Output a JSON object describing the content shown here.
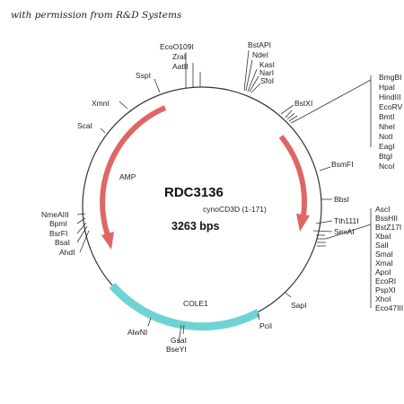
{
  "credit": "with permission from R&D Systems",
  "plasmid": {
    "name": "RDC3136",
    "insert": "cynoCD3D (1-171)",
    "size": "3263 bps"
  },
  "features": {
    "amp": {
      "label": "AMP",
      "color": "#e06666"
    },
    "cyno": {
      "color": "#e06666"
    },
    "cole1": {
      "label": "COLE1",
      "color": "#6fd3d3"
    }
  },
  "sites": {
    "ecoo109i": "EcoO109I",
    "zrai": "ZraI",
    "aatii": "AatII",
    "sspi": "SspI",
    "xmni": "XmnI",
    "scai": "ScaI",
    "bstapi": "BstAPI",
    "ndei": "NdeI",
    "kasi": "KasI",
    "nari": "NarI",
    "sfoi": "SfoI",
    "bstxi": "BstXI",
    "bsmfi": "BsmFI",
    "bbsi": "BbsI",
    "tth111i": "Tth111I",
    "sexai": "SexAI",
    "sapi": "SapI",
    "pcii": "PciI",
    "gsai": "GsaI",
    "bseyi": "BseYI",
    "alwni": "AlwNI",
    "nmeaiii": "NmeAIII",
    "bpmi": "BpmI",
    "bsrfi": "BsrFI",
    "bsai": "BsaI",
    "ahdi": "AhdI"
  },
  "mcs1": [
    "BmgBI",
    "HpaI",
    "HindIII",
    "EcoRV",
    "BmtI",
    "NheI",
    "NotI",
    "EagI",
    "BtgI",
    "NcoI"
  ],
  "mcs2": [
    "AscI",
    "BssHII",
    "BstZ17I",
    "XbaI",
    "SalI",
    "SmaI",
    "XmaI",
    "ApoI",
    "EcoRI",
    "PspXI",
    "XhoI",
    "Eco47III"
  ]
}
